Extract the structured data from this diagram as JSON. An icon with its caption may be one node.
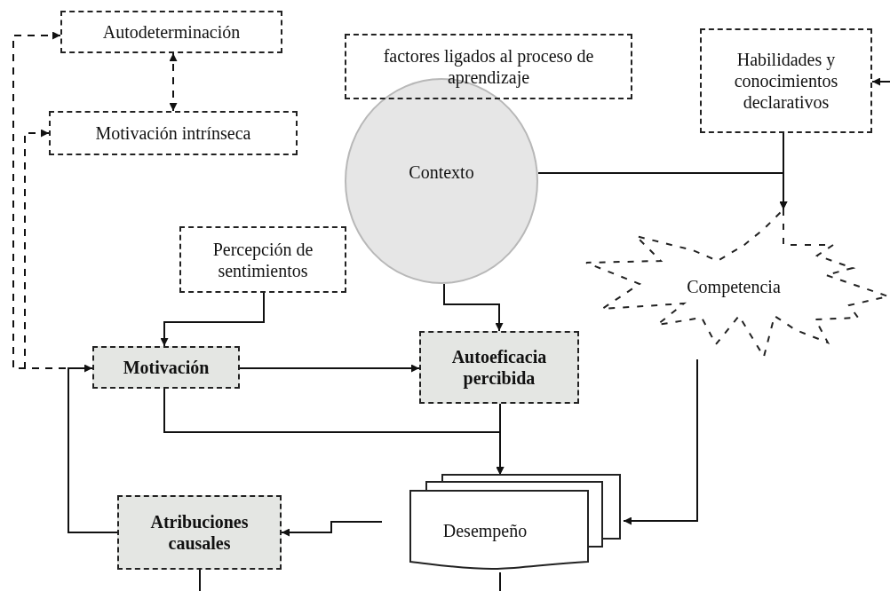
{
  "diagram": {
    "nodes": [
      {
        "text": [
          "Autodeterminación"
        ]
      },
      {
        "text": [
          "Motivación intrínseca"
        ]
      },
      {
        "text": [
          "factores ligados al proceso de aprendizaje"
        ]
      },
      {
        "text": [
          "Contexto"
        ]
      },
      {
        "text": [
          "Habilidades y conocimientos declarativos"
        ]
      },
      {
        "text": [
          "Competencia"
        ]
      },
      {
        "text": [
          "Percepción de sentimientos"
        ]
      },
      {
        "text": [
          "Motivación"
        ]
      },
      {
        "text": [
          "Autoeficacia percibida"
        ]
      },
      {
        "text": [
          "Desempeño"
        ]
      },
      {
        "text": [
          "Atribuciones causales"
        ]
      }
    ],
    "edges": [
      {
        "from": 7,
        "to": 0,
        "arrow": "to",
        "style": "dashed"
      },
      {
        "from": 7,
        "to": 1,
        "arrow": "to",
        "style": "dashed"
      },
      {
        "from": 1,
        "to": 0,
        "arrow": "both",
        "style": "dashed"
      },
      {
        "from": null,
        "to": 4,
        "arrow": "to"
      },
      {
        "from": 3,
        "to": 5,
        "arrow": "to"
      },
      {
        "from": 4,
        "to": 5,
        "arrow": "to"
      },
      {
        "from": 3,
        "to": 8,
        "arrow": "to"
      },
      {
        "from": 6,
        "to": 7,
        "arrow": "to"
      },
      {
        "from": 7,
        "to": 8,
        "arrow": "to"
      },
      {
        "from": 7,
        "to": 9,
        "arrow": "to"
      },
      {
        "from": 8,
        "to": 9,
        "arrow": "to"
      },
      {
        "from": 5,
        "to": 9,
        "arrow": "to"
      },
      {
        "from": 9,
        "to": 10,
        "arrow": "to"
      },
      {
        "from": 10,
        "to": 7,
        "arrow": "to"
      },
      {
        "from": 10,
        "to": null,
        "arrow": "none"
      },
      {
        "from": 9,
        "to": null,
        "arrow": "none"
      }
    ]
  }
}
